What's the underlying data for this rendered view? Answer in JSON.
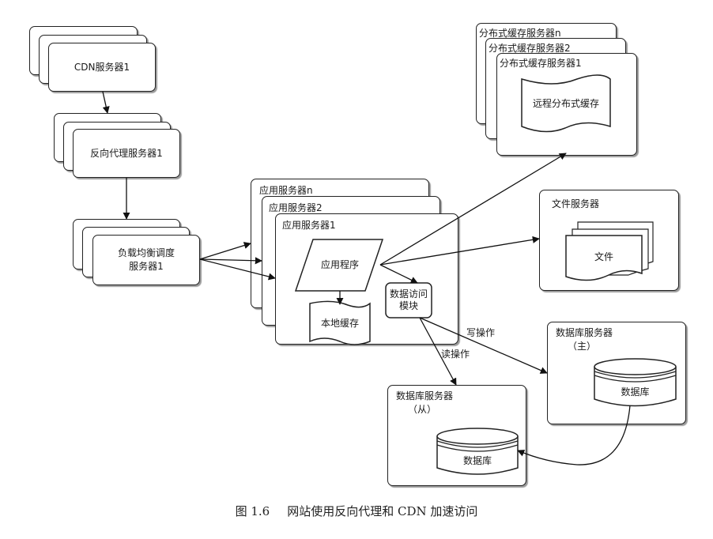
{
  "cdn": {
    "label": "CDN服务器1"
  },
  "reverse_proxy": {
    "label": "反向代理服务器1"
  },
  "load_balancer": {
    "line1": "负载均衡调度",
    "line2": "服务器1"
  },
  "app_servers": {
    "labels": [
      "应用服务器n",
      "应用服务器2",
      "应用服务器1"
    ],
    "app_program": "应用程序",
    "local_cache": "本地缓存",
    "data_access": {
      "line1": "数据访问",
      "line2": "模块"
    }
  },
  "distributed_cache": {
    "labels": [
      "分布式缓存服务器n",
      "分布式缓存服务器2",
      "分布式缓存服务器1"
    ],
    "content": "远程分布式缓存"
  },
  "file_server": {
    "label": "文件服务器",
    "content": "文件"
  },
  "db_master": {
    "label": "数据库服务器",
    "role": "（主）",
    "content": "数据库"
  },
  "db_slave": {
    "label": "数据库服务器",
    "role": "（从）",
    "content": "数据库"
  },
  "edges": {
    "write": "写操作",
    "read": "读操作"
  },
  "caption": {
    "number": "图 1.6",
    "text": "网站使用反向代理和 CDN 加速访问"
  }
}
